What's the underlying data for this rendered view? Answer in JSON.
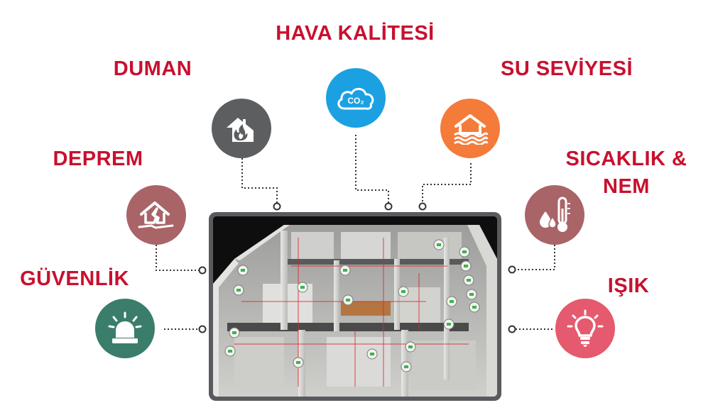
{
  "sensors": [
    {
      "id": "hava-kalitesi",
      "label": "HAVA KALİTESİ",
      "icon": "co2-cloud-icon",
      "color": "#1ba1e2",
      "icon_text": "CO₂"
    },
    {
      "id": "duman",
      "label": "DUMAN",
      "icon": "smoke-fire-house-icon",
      "color": "#5d5e60"
    },
    {
      "id": "su-seviyesi",
      "label": "SU SEVİYESİ",
      "icon": "flood-house-icon",
      "color": "#f47b3a"
    },
    {
      "id": "deprem",
      "label": "DEPREM",
      "icon": "earthquake-house-icon",
      "color": "#a96468"
    },
    {
      "id": "sicaklik-nem",
      "label_line1": "SICAKLIK &",
      "label_line2": "NEM",
      "icon": "thermometer-humidity-icon",
      "color": "#a96468"
    },
    {
      "id": "guvenlik",
      "label": "GÜVENLİK",
      "icon": "alarm-siren-icon",
      "color": "#3a7d6b"
    },
    {
      "id": "isik",
      "label": "IŞIK",
      "icon": "light-bulb-icon",
      "color": "#e55a6e"
    }
  ],
  "colors": {
    "label": "#c8102e",
    "frame": "#585a5d",
    "connector": "#333333"
  }
}
